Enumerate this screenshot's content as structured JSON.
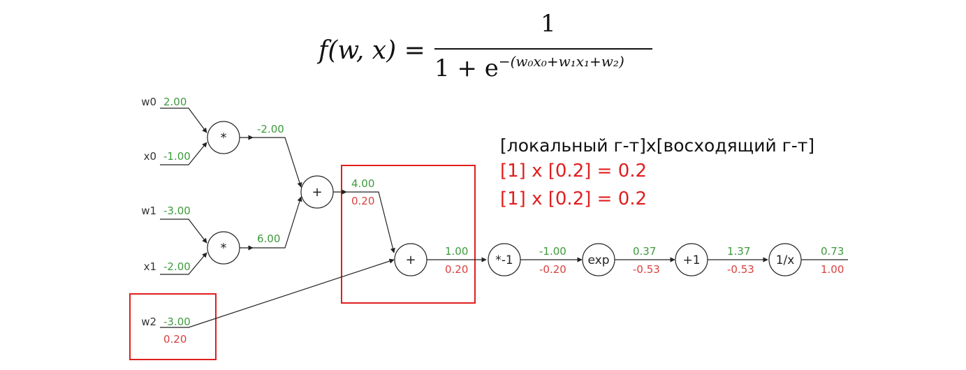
{
  "formula": {
    "lhs": "f(w, x) =",
    "numerator": "1",
    "denominator_base": "1 + e",
    "exponent": "−(w₀x₀+w₁x₁+w₂)"
  },
  "annotation": {
    "header": "[локальный г-т]x[восходящий г-т]",
    "line1": "[1] x [0.2] = 0.2",
    "line2": "[1] x [0.2] = 0.2"
  },
  "inputs": [
    {
      "id": "w0",
      "label": "w0",
      "value": "2.00"
    },
    {
      "id": "x0",
      "label": "x0",
      "value": "-1.00"
    },
    {
      "id": "w1",
      "label": "w1",
      "value": "-3.00"
    },
    {
      "id": "x1",
      "label": "x1",
      "value": "-2.00"
    },
    {
      "id": "w2",
      "label": "w2",
      "value": "-3.00",
      "grad": "0.20"
    }
  ],
  "gates": [
    {
      "id": "mul0",
      "symbol": "*"
    },
    {
      "id": "mul1",
      "symbol": "*"
    },
    {
      "id": "add0",
      "symbol": "+"
    },
    {
      "id": "add1",
      "symbol": "+"
    },
    {
      "id": "neg",
      "symbol": "*-1"
    },
    {
      "id": "exp",
      "symbol": "exp"
    },
    {
      "id": "plus1",
      "symbol": "+1"
    },
    {
      "id": "inv",
      "symbol": "1/x"
    }
  ],
  "edges": [
    {
      "id": "mul0_out",
      "value": "-2.00"
    },
    {
      "id": "mul1_out",
      "value": "6.00"
    },
    {
      "id": "add0_out",
      "value": "4.00",
      "grad": "0.20"
    },
    {
      "id": "add1_out",
      "value": "1.00",
      "grad": "0.20"
    },
    {
      "id": "neg_out",
      "value": "-1.00",
      "grad": "-0.20"
    },
    {
      "id": "exp_out",
      "value": "0.37",
      "grad": "-0.53"
    },
    {
      "id": "plus1_out",
      "value": "1.37",
      "grad": "-0.53"
    },
    {
      "id": "inv_out",
      "value": "0.73",
      "grad": "1.00"
    }
  ],
  "colors": {
    "forward_value": "#3d9a3d",
    "gradient": "#d9413f",
    "highlight_box": "#e01e1e",
    "wire": "#222222"
  }
}
